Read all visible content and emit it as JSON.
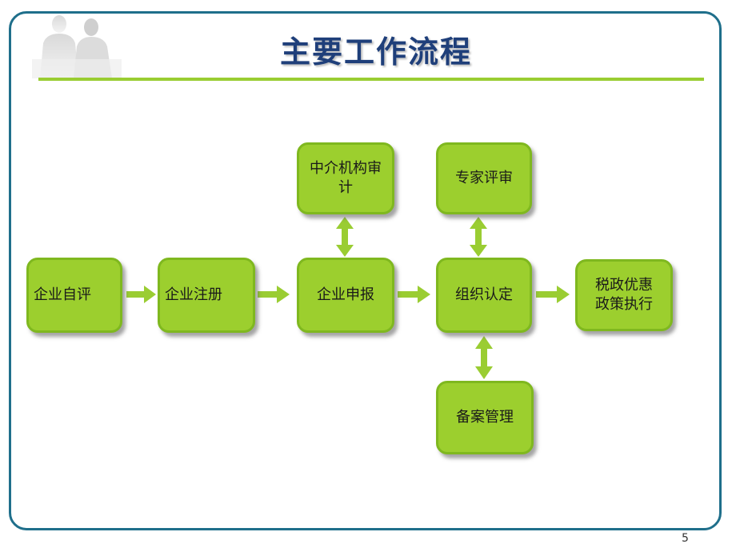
{
  "slide": {
    "title": "主要工作流程",
    "page_number": "5"
  },
  "nodes": {
    "self_eval": "企业自评",
    "register": "企业注册",
    "declare": "企业申报",
    "audit": "中介机构审计",
    "expert": "专家评审",
    "certify": "组织认定",
    "filing": "备案管理",
    "policy": "税政优惠\n政策执行"
  },
  "colors": {
    "node_fill": "#9ccf2e",
    "arrow": "#9acd32",
    "title": "#1f3f7a",
    "frame": "#1f6f8b"
  }
}
